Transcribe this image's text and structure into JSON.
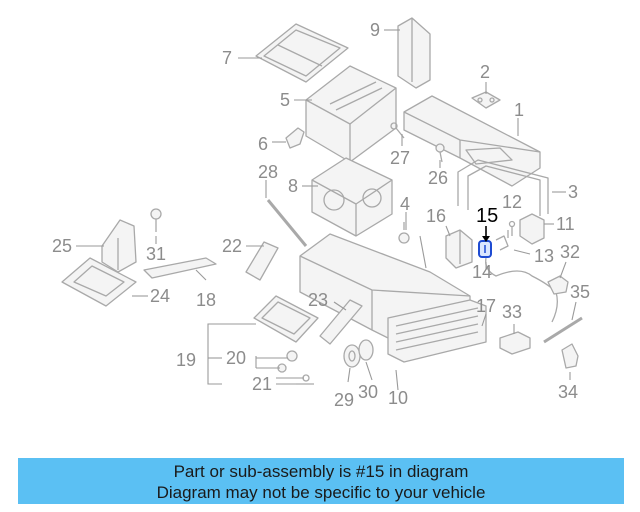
{
  "diagram": {
    "callouts": [
      "1",
      "2",
      "3",
      "4",
      "5",
      "6",
      "7",
      "8",
      "9",
      "10",
      "11",
      "12",
      "13",
      "14",
      "15",
      "16",
      "17",
      "18",
      "19",
      "20",
      "21",
      "22",
      "23",
      "24",
      "25",
      "26",
      "27",
      "28",
      "29",
      "30",
      "31",
      "32",
      "33",
      "34",
      "35"
    ],
    "highlighted": "15",
    "colors": {
      "line": "#a9a9a9",
      "label": "#8c8c8c",
      "highlight": "#000000",
      "highlight_part": "#1e4bd2"
    }
  },
  "banner": {
    "line1": "Part or sub-assembly is #15 in diagram",
    "line2": "Diagram may not be specific to your vehicle",
    "color": "#5bc0f3"
  }
}
